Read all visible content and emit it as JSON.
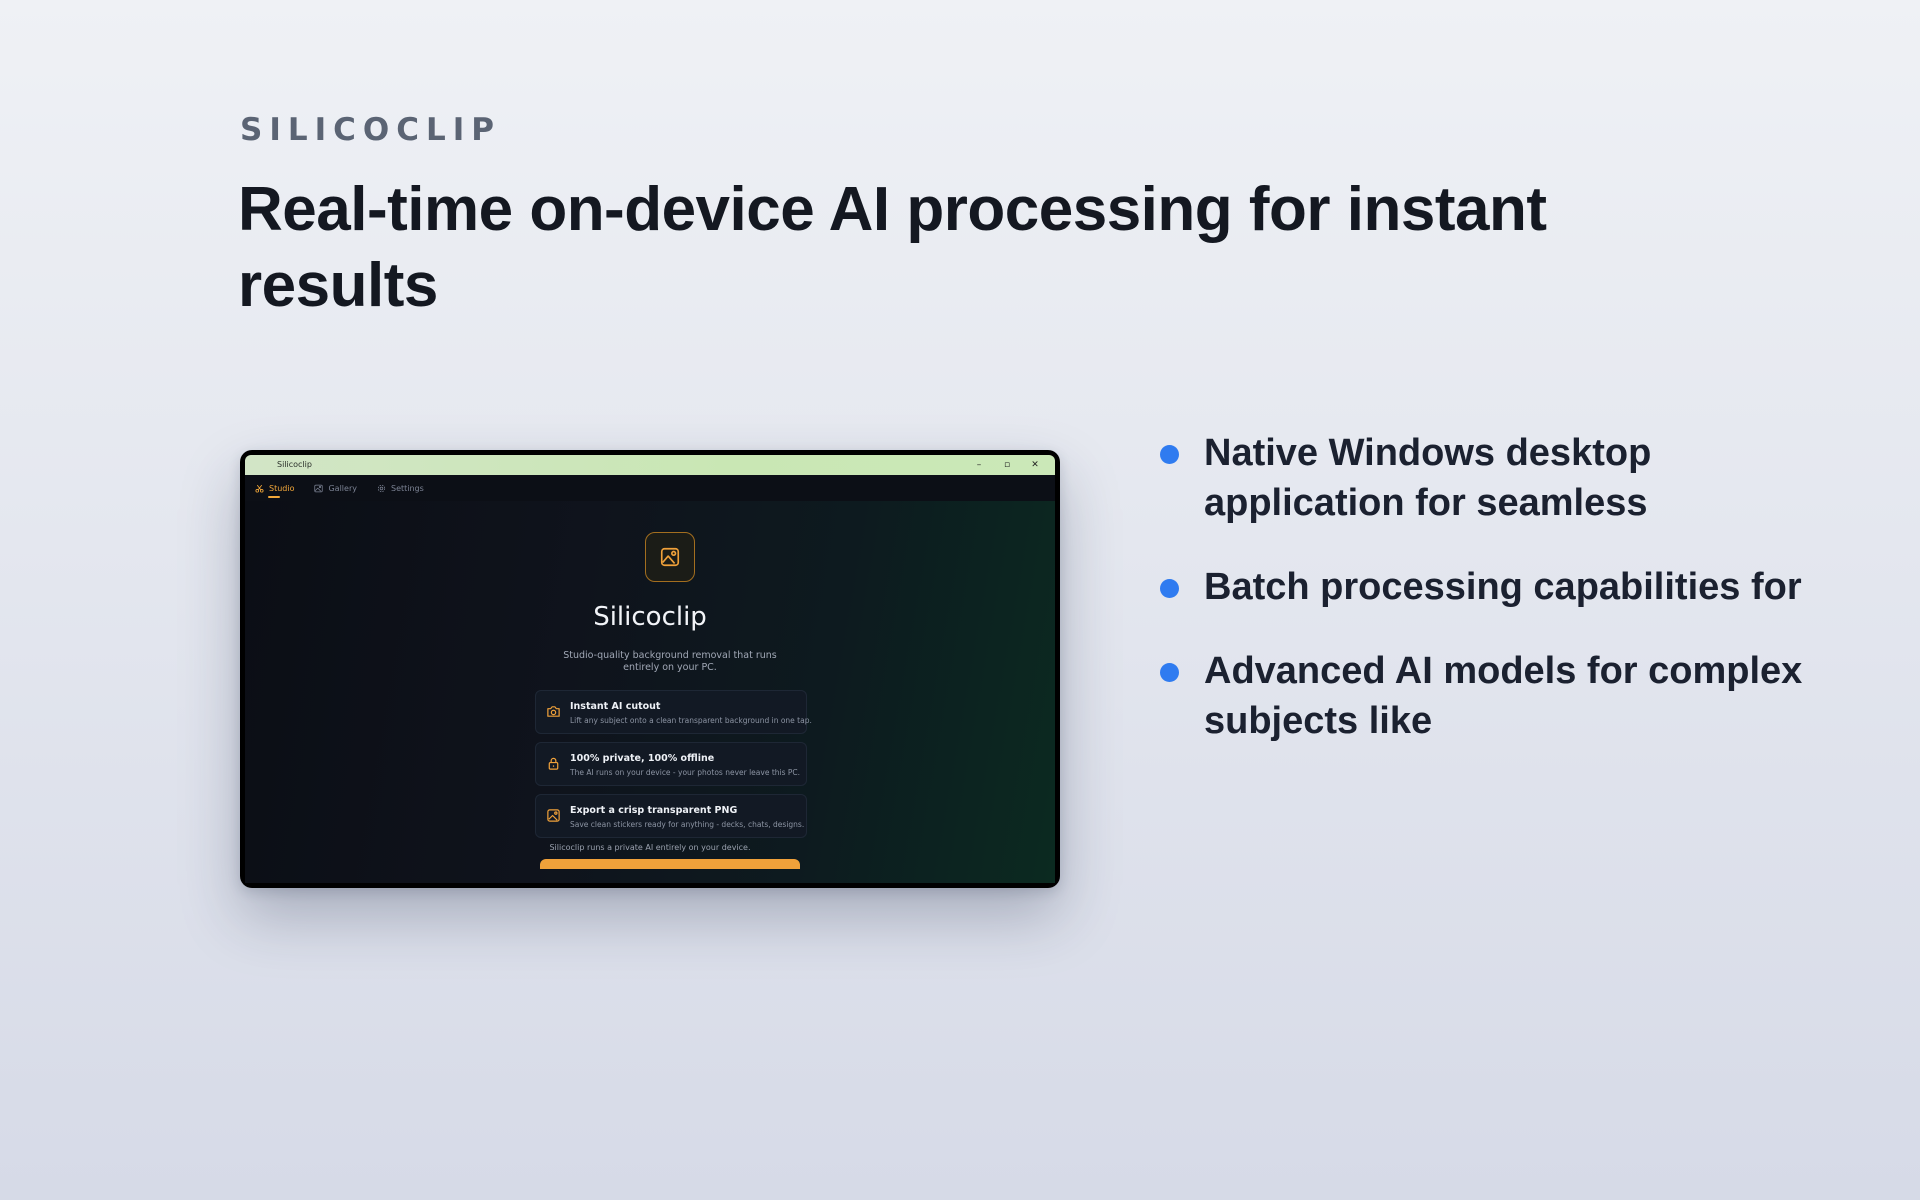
{
  "slide": {
    "eyebrow": "SILICOCLIP",
    "headline": "Real-time on-device AI processing for instant results",
    "bullets": [
      "Native Windows desktop application for seamless",
      "Batch processing capabilities for",
      "Advanced AI models for complex subjects like"
    ],
    "accent_color": "#2f7bf0"
  },
  "app": {
    "window_title": "Silicoclip",
    "window_controls": [
      "–",
      "▫",
      "✕"
    ],
    "nav": [
      {
        "label": "Studio",
        "icon": "scissors-icon",
        "active": true
      },
      {
        "label": "Gallery",
        "icon": "image-icon",
        "active": false
      },
      {
        "label": "Settings",
        "icon": "gear-icon",
        "active": false
      }
    ],
    "logo_icon": "image-icon",
    "name": "Silicoclip",
    "tagline": "Studio-quality background removal that runs entirely on your PC.",
    "features": [
      {
        "icon": "camera-icon",
        "title": "Instant AI cutout",
        "desc": "Lift any subject onto a clean transparent background in one tap."
      },
      {
        "icon": "lock-icon",
        "title": "100% private, 100% offline",
        "desc": "The AI runs on your device - your photos never leave this PC."
      },
      {
        "icon": "image-icon",
        "title": "Export a crisp transparent PNG",
        "desc": "Save clean stickers ready for anything - decks, chats, designs."
      }
    ],
    "footer_note": "Silicoclip runs a private AI entirely on your device.",
    "accent_color": "#f3a83a"
  }
}
